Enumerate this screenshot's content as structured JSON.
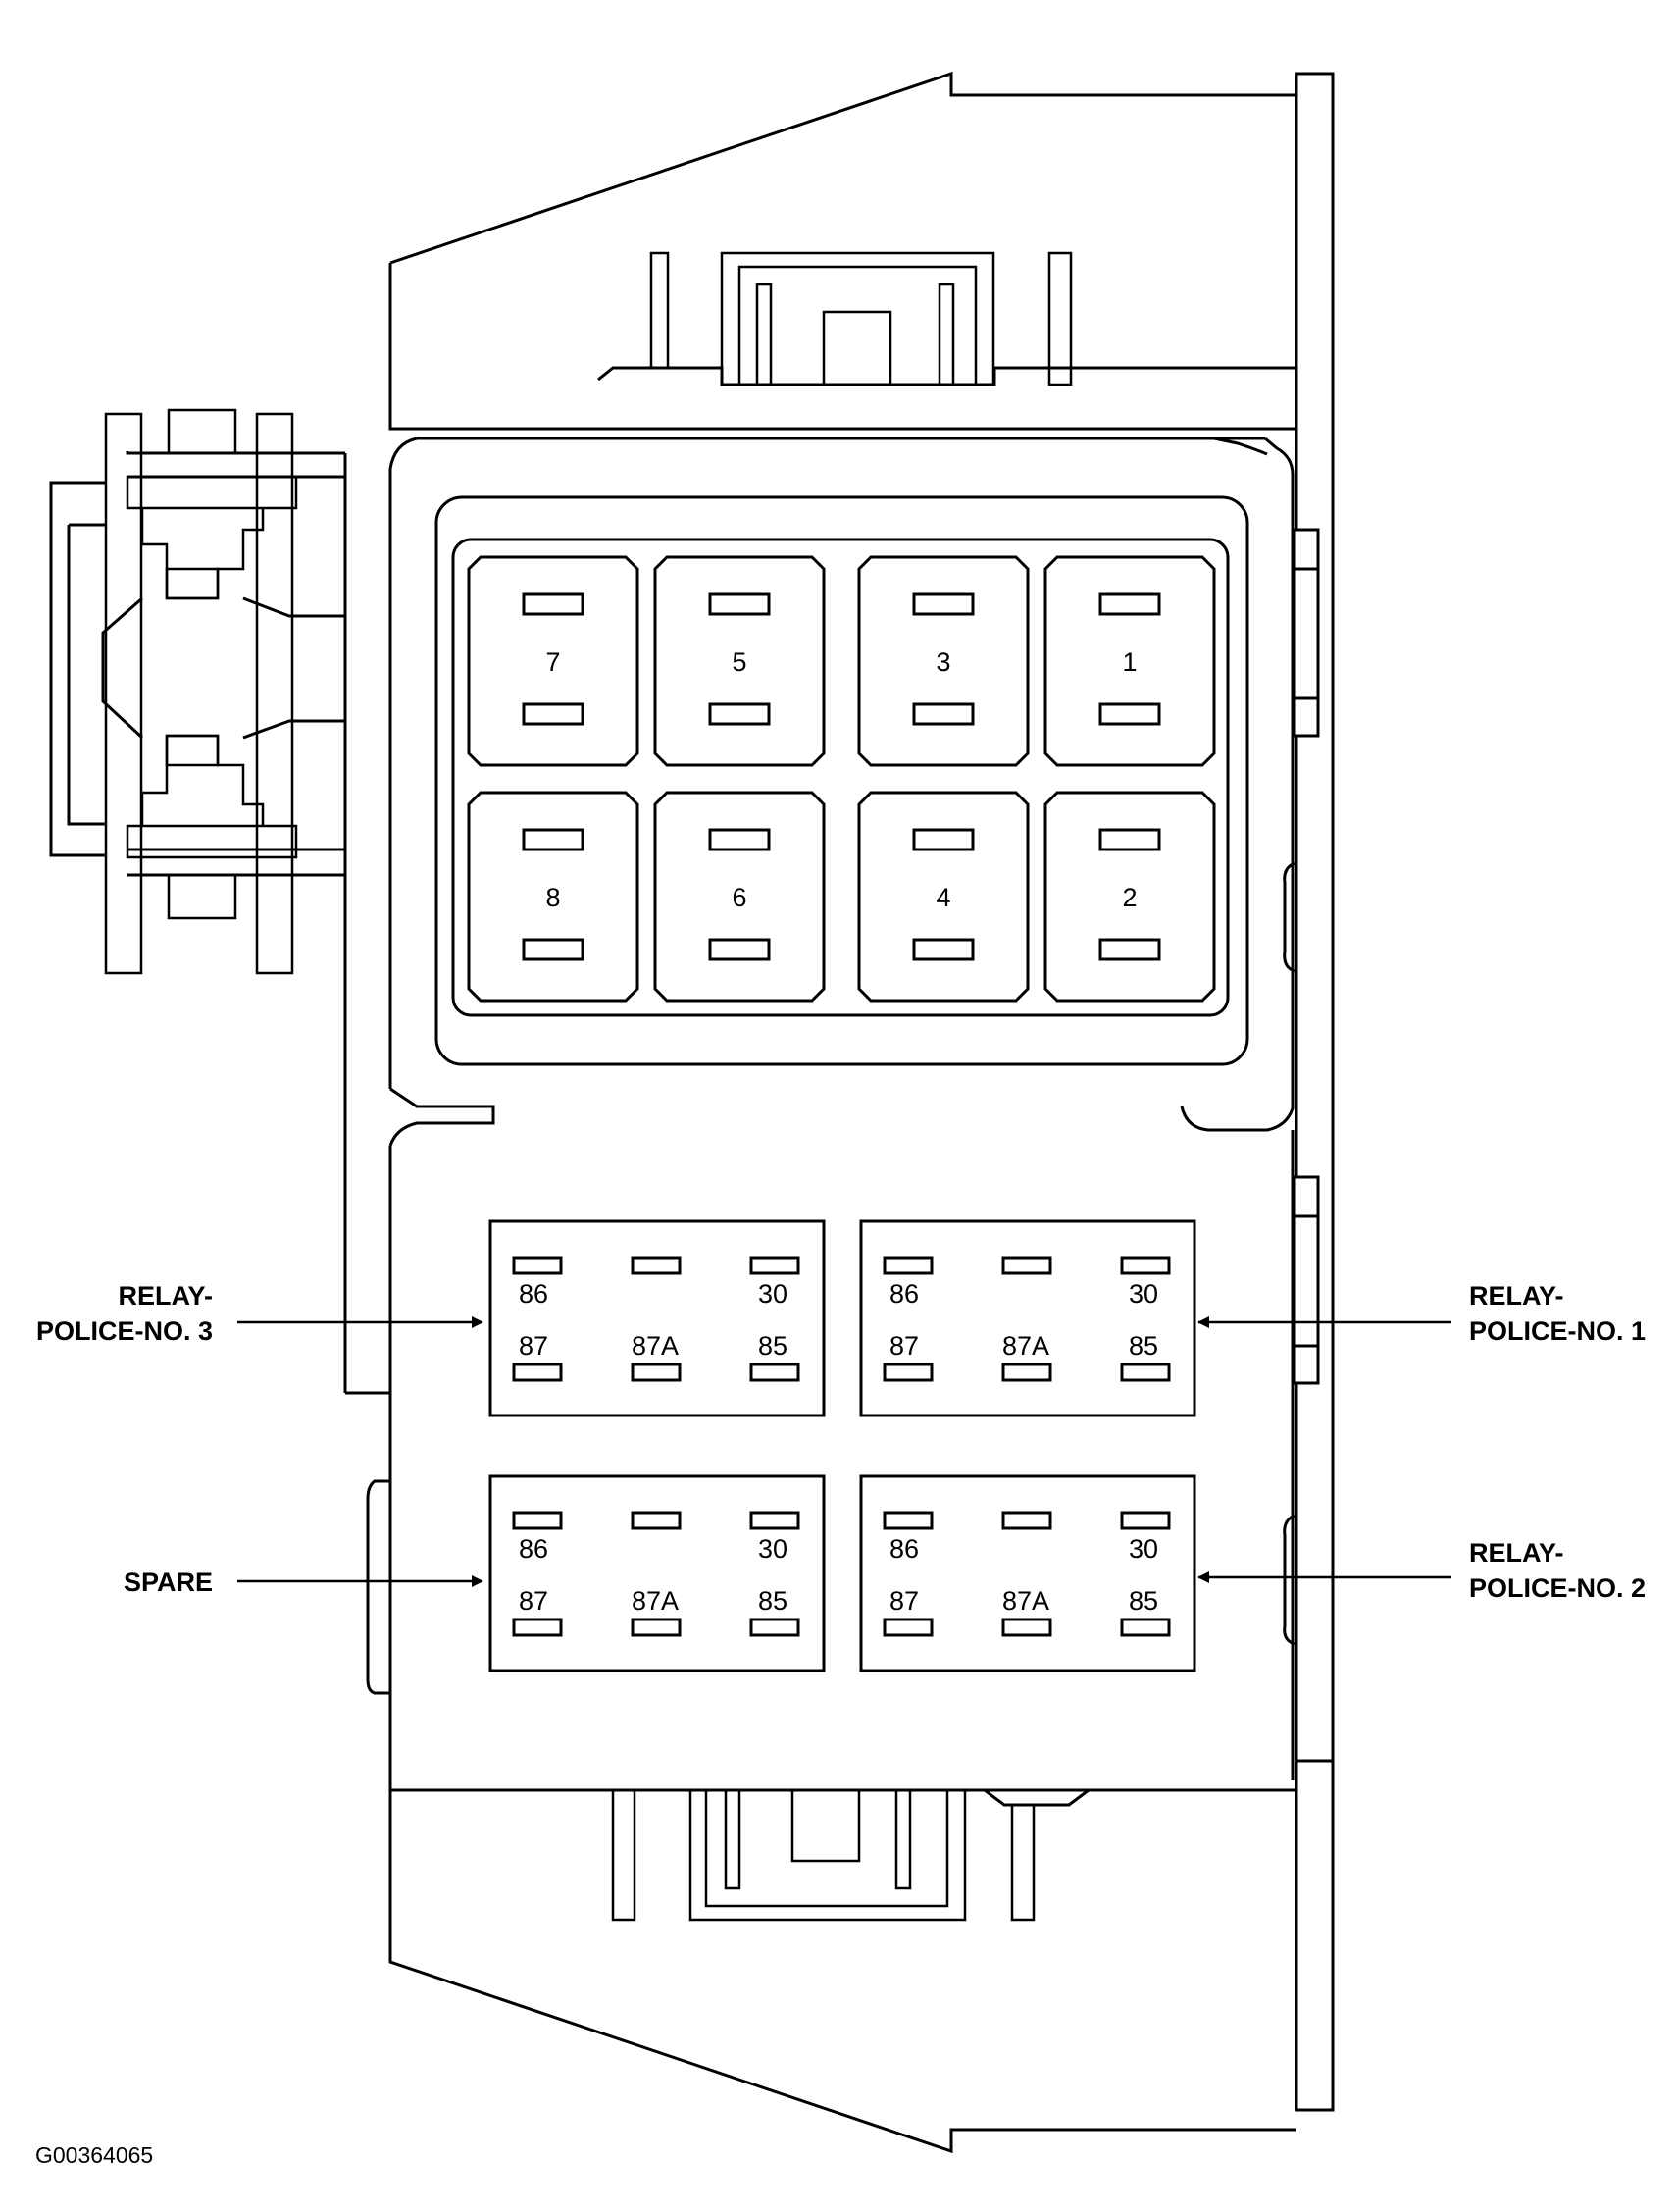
{
  "fuses": [
    {
      "id": "fuse-7",
      "label": "7"
    },
    {
      "id": "fuse-5",
      "label": "5"
    },
    {
      "id": "fuse-3",
      "label": "3"
    },
    {
      "id": "fuse-1",
      "label": "1"
    },
    {
      "id": "fuse-8",
      "label": "8"
    },
    {
      "id": "fuse-6",
      "label": "6"
    },
    {
      "id": "fuse-4",
      "label": "4"
    },
    {
      "id": "fuse-2",
      "label": "2"
    }
  ],
  "relay_pins": {
    "top_left": "86",
    "top_right": "30",
    "bottom_left": "87",
    "bottom_center": "87A",
    "bottom_right": "85"
  },
  "callouts": {
    "relay_police_3": {
      "line1": "RELAY-",
      "line2": "POLICE-NO. 3"
    },
    "relay_police_1": {
      "line1": "RELAY-",
      "line2": "POLICE-NO. 1"
    },
    "spare": {
      "line1": "SPARE"
    },
    "relay_police_2": {
      "line1": "RELAY-",
      "line2": "POLICE-NO. 2"
    }
  },
  "reference_code": "G00364065"
}
